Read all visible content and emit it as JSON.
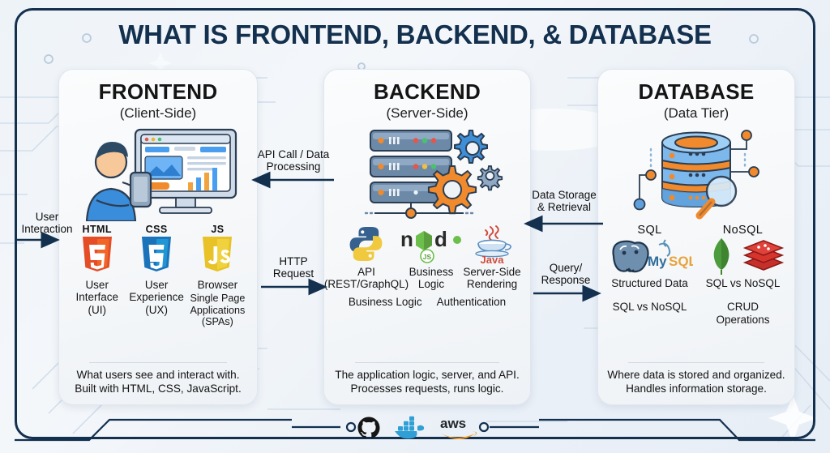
{
  "title": "WHAT IS FRONTEND, BACKEND, & DATABASE",
  "colors": {
    "frame": "#13304f",
    "title": "#13304f",
    "arrow": "#13304f",
    "background": "#eef3f8",
    "card_bg": "#f7f9fb",
    "html_orange": "#e44d26",
    "css_blue": "#1b73ba",
    "js_yellow": "#e8c227",
    "accent_orange": "#ef8b2c"
  },
  "cards": [
    {
      "id": "frontend",
      "title": "FRONTEND",
      "subtitle": "(Client-Side)",
      "art": "user-with-phone-and-desktop-illustration",
      "techs": [
        {
          "name": "HTML",
          "icon": "html5-shield-icon",
          "caption": "User\nInterface\n(UI)"
        },
        {
          "name": "CSS",
          "icon": "css3-shield-icon",
          "caption": "User\nExperience\n(UX)"
        },
        {
          "name": "JS",
          "icon": "javascript-shield-icon",
          "caption": "Browser"
        }
      ],
      "extras": [
        "Single Page\nApplications\n(SPAs)"
      ],
      "footer": "What users see and interact with.\nBuilt with HTML, CSS, JavaScript."
    },
    {
      "id": "backend",
      "title": "BACKEND",
      "subtitle": "(Server-Side)",
      "art": "server-rack-with-gears-illustration",
      "techs": [
        {
          "name": "",
          "icon": "python-logo-icon",
          "caption": "API\n(REST/GraphQL)"
        },
        {
          "name": "",
          "icon": "nodejs-logo-icon",
          "caption": "Business\nLogic"
        },
        {
          "name": "",
          "icon": "java-logo-icon",
          "caption": "Server-Side\nRendering"
        }
      ],
      "extras": [
        "Business Logic",
        "Authentication"
      ],
      "footer": "The application logic, server, and API.\nProcesses requests, runs logic."
    },
    {
      "id": "database",
      "title": "DATABASE",
      "subtitle": "(Data Tier)",
      "art": "database-cylinder-with-magnifier-illustration",
      "techs": [
        {
          "name": "SQL",
          "icon": "postgresql-mysql-logo-icon",
          "caption": "Structured Data"
        },
        {
          "name": "NoSQL",
          "icon": "mongodb-redis-logo-icon",
          "caption": "SQL vs NoSQL"
        }
      ],
      "extras": [
        "SQL vs NoSQL",
        "CRUD\nOperations"
      ],
      "footer": "Where data is stored and organized.\nHandles information storage."
    }
  ],
  "connectors": [
    {
      "id": "user-interaction",
      "label": "User\nInteraction",
      "direction": "right"
    },
    {
      "id": "api-call",
      "label": "API Call / Data\nProcessing",
      "direction": "left"
    },
    {
      "id": "http-request",
      "label": "HTTP\nRequest",
      "direction": "right"
    },
    {
      "id": "data-storage",
      "label": "Data Storage\n& Retrieval",
      "direction": "left"
    },
    {
      "id": "query-response",
      "label": "Query/\nResponse",
      "direction": "right"
    }
  ],
  "footer_logos": [
    {
      "name": "github-logo-icon",
      "label": "GitHub"
    },
    {
      "name": "docker-logo-icon",
      "label": "Docker"
    },
    {
      "name": "aws-logo-icon",
      "label": "aws"
    }
  ]
}
